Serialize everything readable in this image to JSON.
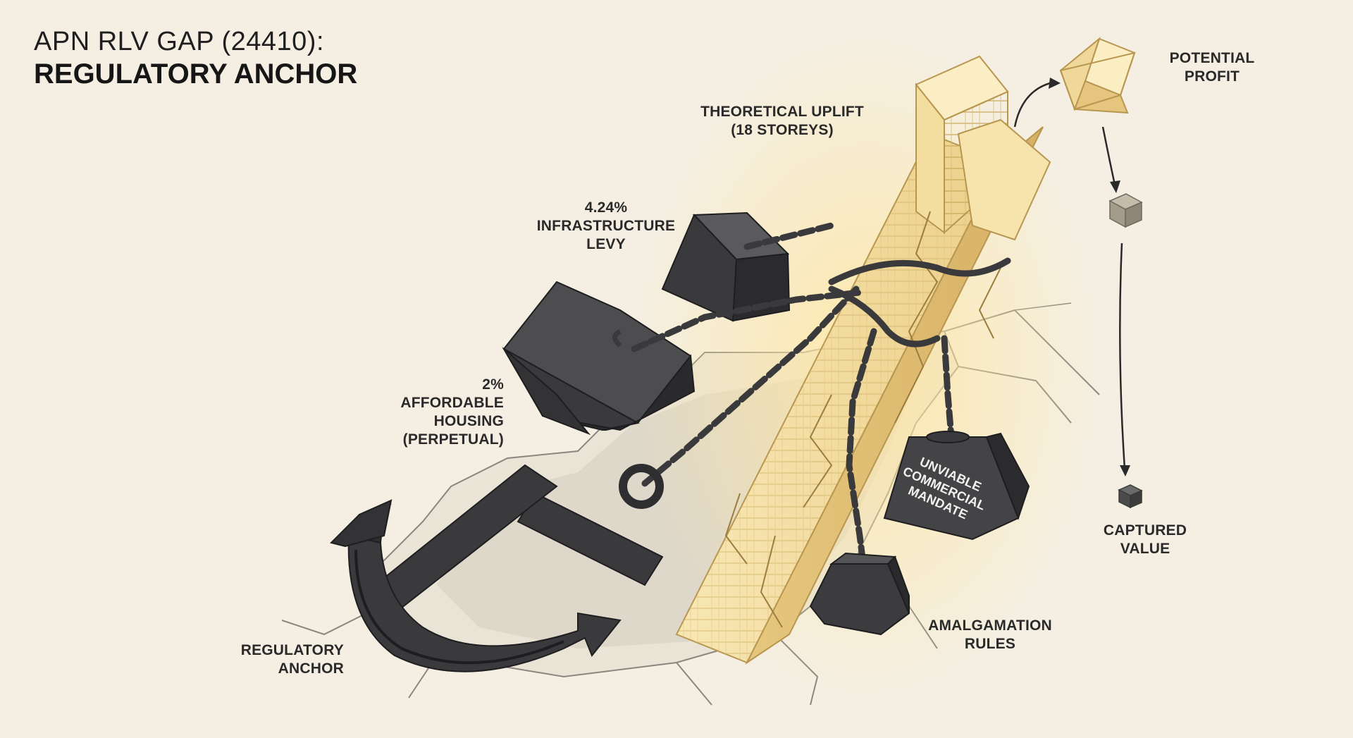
{
  "title": {
    "line1": "APN RLV GAP (24410):",
    "line2": "REGULATORY ANCHOR"
  },
  "labels": {
    "theoretical_uplift": [
      "THEORETICAL UPLIFT",
      "(18 STOREYS)"
    ],
    "infrastructure_levy": [
      "4.24%",
      "INFRASTRUCTURE",
      "LEVY"
    ],
    "affordable_housing": [
      "2%",
      "AFFORDABLE",
      "HOUSING",
      "(PERPETUAL)"
    ],
    "regulatory_anchor": [
      "REGULATORY",
      "ANCHOR"
    ],
    "amalgamation_rules": [
      "AMALGAMATION",
      "RULES"
    ],
    "potential_profit": [
      "POTENTIAL",
      "PROFIT"
    ],
    "captured_value": [
      "CAPTURED",
      "VALUE"
    ],
    "unviable_mandate": [
      "UNVIABLE",
      "COMMERCIAL",
      "MANDATE"
    ]
  },
  "colors": {
    "background": "#f4efe2",
    "tower": "#f3dfa2",
    "tower_shade": "#e2c47a",
    "iron": "#3b3b3d",
    "iron_dark": "#262628",
    "glow": "#ffe9a8"
  }
}
